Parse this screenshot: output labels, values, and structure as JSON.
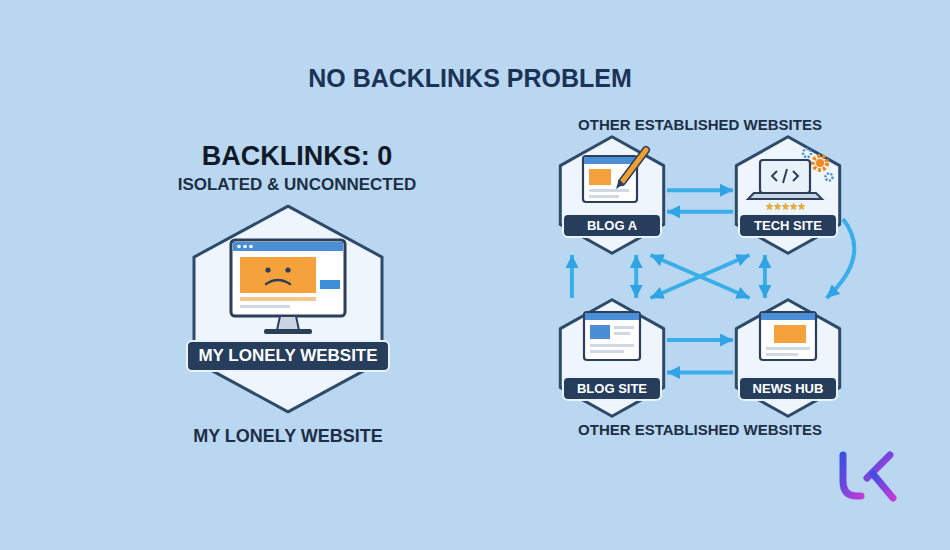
{
  "diagram": {
    "title": "NO BACKLINKS PROBLEM",
    "nodes": [
      {
        "text": [
          "MY LONELY WEBSITE"
        ]
      },
      {
        "text": [
          "BLOG A"
        ]
      },
      {
        "text": [
          "TECH SITE"
        ]
      },
      {
        "text": [
          "BLOG SITE"
        ]
      },
      {
        "text": [
          "NEWS HUB"
        ]
      }
    ],
    "edges": [
      {
        "from": 1,
        "to": 2,
        "arrow": "to"
      },
      {
        "from": 2,
        "to": 1,
        "arrow": "to"
      },
      {
        "from": 3,
        "to": 1,
        "arrow": "to"
      },
      {
        "from": 1,
        "to": 3,
        "arrow": "both"
      },
      {
        "from": 2,
        "to": 4,
        "arrow": "both"
      },
      {
        "from": 2,
        "to": 4,
        "arrow": "to"
      },
      {
        "from": 3,
        "to": 4,
        "arrow": "to"
      },
      {
        "from": 4,
        "to": 3,
        "arrow": "to"
      },
      {
        "from": 1,
        "to": 4,
        "arrow": "both"
      },
      {
        "from": 2,
        "to": 3,
        "arrow": "both"
      }
    ],
    "labels": [
      "BACKLINKS: 0",
      "ISOLATED & UNCONNECTED",
      "MY LONELY WEBSITE",
      "OTHER ESTABLISHED WEBSITES",
      "OTHER ESTABLISHED WEBSITES"
    ]
  }
}
